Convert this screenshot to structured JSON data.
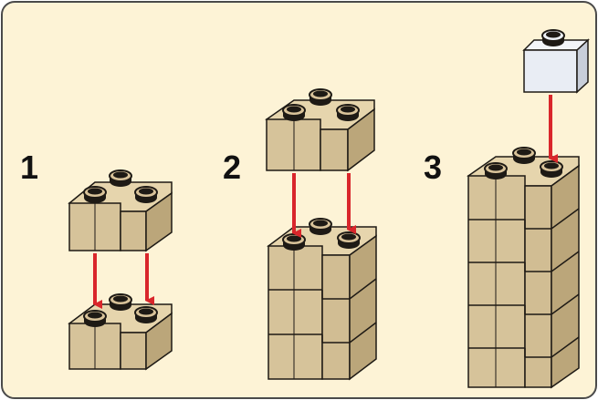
{
  "steps": [
    {
      "number": "1"
    },
    {
      "number": "2"
    },
    {
      "number": "3"
    }
  ],
  "colors": {
    "background": "#fdf3d6",
    "border": "#4a4a4a",
    "brick_front": "#d6c39a",
    "brick_right": "#bba67a",
    "brick_top": "#e6d5ad",
    "stud": "#1e1a15",
    "arrow": "#d9262b",
    "white_brick": "#e9edf4"
  }
}
